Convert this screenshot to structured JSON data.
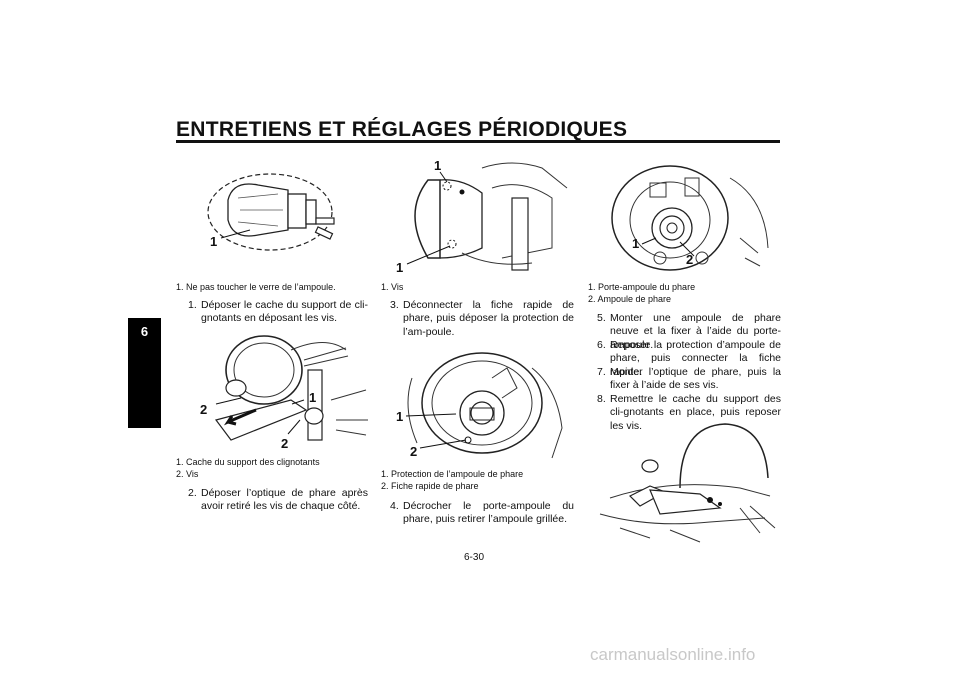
{
  "header": {
    "title": "ENTRETIENS ET RÉGLAGES PÉRIODIQUES",
    "chapter_tab": "6"
  },
  "col1": {
    "fig1_callouts": [
      "1"
    ],
    "fig1_caption": "1.  Ne pas toucher le verre de l’ampoule.",
    "step1": {
      "num": "1.",
      "text": "Déposer le cache du support de cli-gnotants en déposant les vis."
    },
    "fig2_callouts": [
      "1",
      "2",
      "2"
    ],
    "fig2_caption": [
      "1.  Cache du support des clignotants",
      "2.  Vis"
    ],
    "step2": {
      "num": "2.",
      "text": "Déposer l’optique de phare après avoir retiré les vis de chaque côté."
    }
  },
  "col2": {
    "fig3_callouts": [
      "1",
      "1"
    ],
    "fig3_caption": "1.  Vis",
    "step3": {
      "num": "3.",
      "text": "Déconnecter la fiche rapide de phare, puis déposer la protection de l’am-poule."
    },
    "fig4_callouts": [
      "1",
      "2"
    ],
    "fig4_caption": [
      "1.  Protection de l’ampoule de phare",
      "2.  Fiche rapide de phare"
    ],
    "step4": {
      "num": "4.",
      "text": "Décrocher le porte-ampoule du phare, puis retirer l’ampoule grillée."
    }
  },
  "col3": {
    "fig5_callouts": [
      "1",
      "2"
    ],
    "fig5_caption": [
      "1.  Porte-ampoule du phare",
      "2.  Ampoule de phare"
    ],
    "steps": [
      {
        "num": "5.",
        "text": "Monter une ampoule de phare neuve et la fixer à l’aide du porte-ampoule."
      },
      {
        "num": "6.",
        "text": "Reposer la protection d’ampoule de phare, puis connecter la fiche rapide."
      },
      {
        "num": "7.",
        "text": "Monter l’optique de phare, puis la fixer à l’aide de ses vis."
      },
      {
        "num": "8.",
        "text": "Remettre le cache du support des cli-gnotants en place, puis reposer les vis."
      }
    ]
  },
  "footer": {
    "page_number": "6-30",
    "watermark": "carmanualsonline.info"
  }
}
